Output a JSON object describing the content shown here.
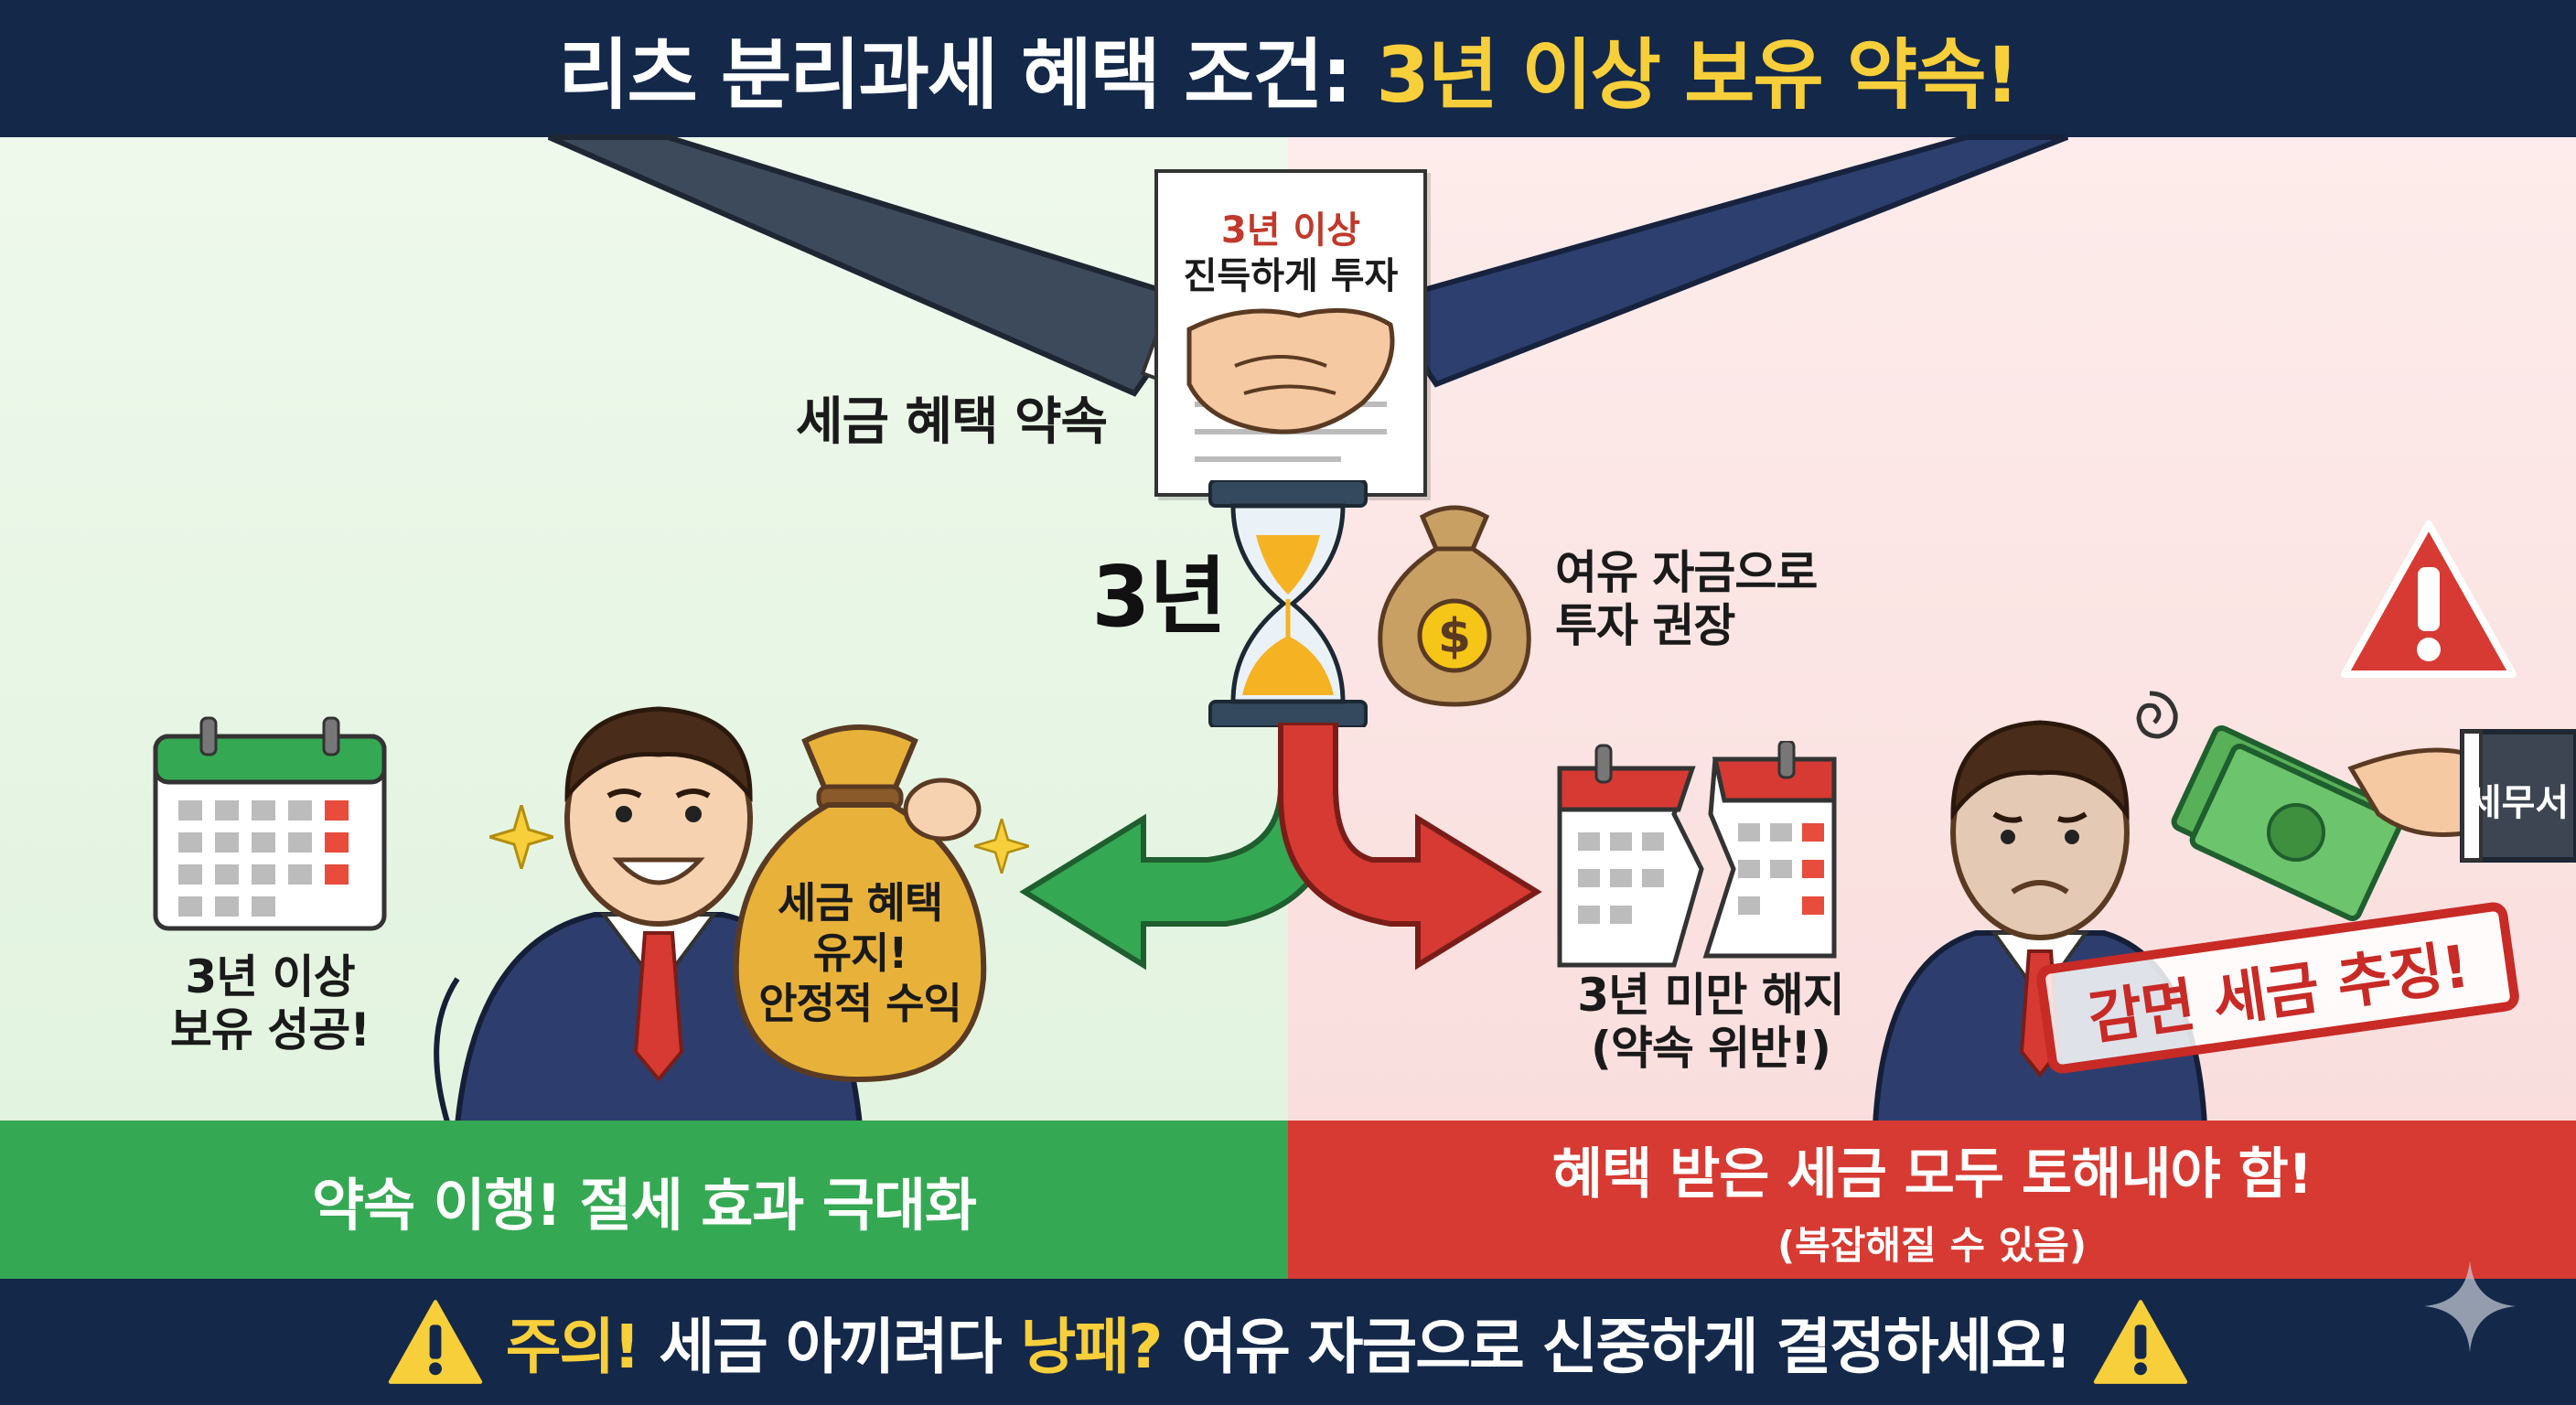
{
  "title": {
    "part1": "리츠 분리과세 혜택 조건:",
    "part2": "3년 이상 보유 약속!"
  },
  "document": {
    "line1": "3년 이상",
    "line2": "진득하게 투자"
  },
  "labels": {
    "tax_promise": "세금 혜택 약속",
    "three_years": "3년",
    "spare_funds": "여유 자금으로\n투자 권장",
    "success": "3년 이상\n보유 성공!",
    "bag_text": "세금 혜택\n유지!\n안정적 수익",
    "early_exit": "3년 미만 해지\n(약속 위반!)",
    "tax_office": "세무서",
    "stamp": "감면 세금 추징!"
  },
  "bands": {
    "left": "약속 이행! 절세 효과 극대화",
    "right_main": "혜택 받은 세금 모두 토해내야 함!",
    "right_sub": "(복잡해질 수 있음)"
  },
  "footer": {
    "part1": "주의!",
    "part2": "세금 아끼려다",
    "part3": "낭패?",
    "part4": "여유 자금으로 신중하게 결정하세요!"
  },
  "colors": {
    "navy": "#14284a",
    "yellow": "#f7cf3a",
    "green": "#2f9a45",
    "red": "#d63a32",
    "left_bg": "#e8f6e6",
    "right_bg": "#fbe5e4"
  }
}
